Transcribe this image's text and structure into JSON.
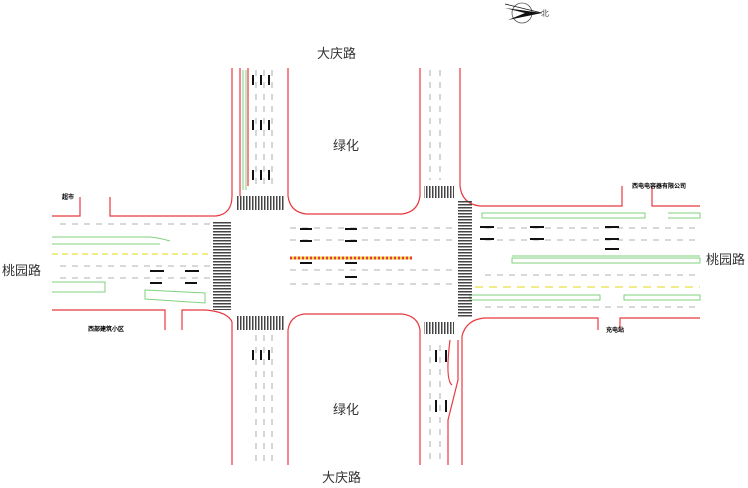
{
  "roads": {
    "north": "大庆路",
    "south": "大庆路",
    "west": "桃园路",
    "east": "桃园路"
  },
  "green_areas": {
    "north": "绿化",
    "south": "绿化"
  },
  "landmarks": {
    "supermarket": "超市",
    "residential": "西部建筑小区",
    "company": "西电电容器有限公司",
    "charging": "充电站"
  },
  "compass": {
    "label": "北"
  },
  "colors": {
    "curb": "#e8393f",
    "median": "#7fd27f",
    "center_line": "#e8e040"
  }
}
